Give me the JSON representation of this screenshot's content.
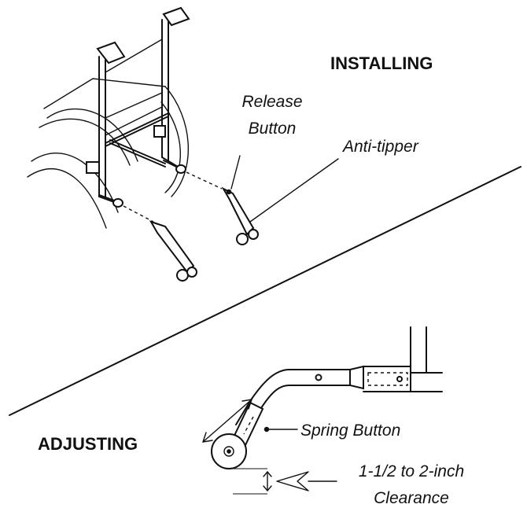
{
  "installing": {
    "heading": "INSTALLING",
    "release_button_line1": "Release",
    "release_button_line2": "Button",
    "anti_tipper": "Anti-tipper"
  },
  "adjusting": {
    "heading": "ADJUSTING",
    "spring_button": "Spring Button",
    "clearance_line1": "1-1/2 to 2-inch",
    "clearance_line2": "Clearance"
  }
}
